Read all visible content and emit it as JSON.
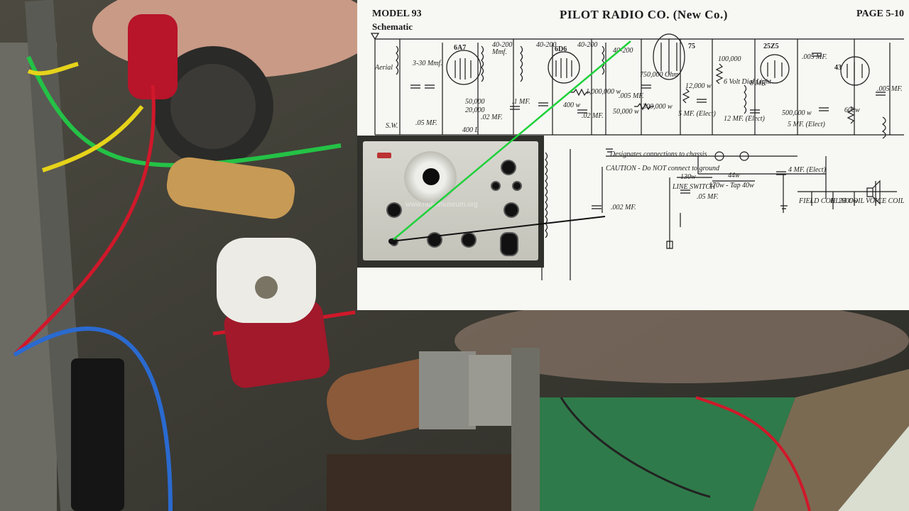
{
  "header": {
    "model": "MODEL 93",
    "subtitle": "Schematic",
    "company": "PILOT RADIO CO. (New Co.)",
    "page": "PAGE 5-10"
  },
  "tubes": [
    "6A7",
    "6D6",
    "75",
    "25Z5",
    "43"
  ],
  "labels": {
    "cap_40_200": "40-200",
    "cap_40_200_unit": "Mmf.",
    "cap_3_30": "3-30 Mmf.",
    "r_50000": "50,000",
    "r_20000": "20,000",
    "c_02": ".02 MF.",
    "c_1mf": ".1 MF.",
    "c_05": ".05 MF.",
    "r_1000000": "1,000,000 w",
    "r_400": "400 w",
    "r_400l": "400 L",
    "c_005": ".005 MF.",
    "r_50000w": "50,000 w",
    "r_300000": "300,000 w",
    "c_5mf": "5 MF. (Elect)",
    "r_750000": "750,000 Ohm",
    "r_12000": "12,000 w",
    "r_100000": "100,000",
    "c_8mf": "8 MF.",
    "c_12mf": "12 MF. (Elect)",
    "r_500000": "500,000 w",
    "c_5mf2": "5 MF. (Elect)",
    "c_005b": ".005 MF.",
    "c_005c": ".005 MF.",
    "note1": "Designates connections to chassis",
    "note2": "CAUTION - Do NOT connect to ground",
    "r_130": "130w",
    "r_44": "44w",
    "line_switch": "LINE SWITCH",
    "tap": "170w - Tap 40w",
    "c_05b": ".05 MF.",
    "c_4mf": "4 MF. (Elect)",
    "field_coil": "FIELD COIL 2500w",
    "hum_coil": "HUM COIL",
    "voice_coil": "VOICE COIL",
    "c_002": ".002 MF.",
    "dial_light": "6 Volt Dial Light",
    "sw": "S.W.",
    "antenna_c": "Aerial",
    "r_600": "600w"
  },
  "watermark": "www.radiomuseum.org",
  "colors": {
    "probe_line_green": "#1fd13a",
    "probe_line_black": "#111111",
    "schematic_bg": "#f7f7f3",
    "cutting_mat": "#2f7a4a"
  }
}
